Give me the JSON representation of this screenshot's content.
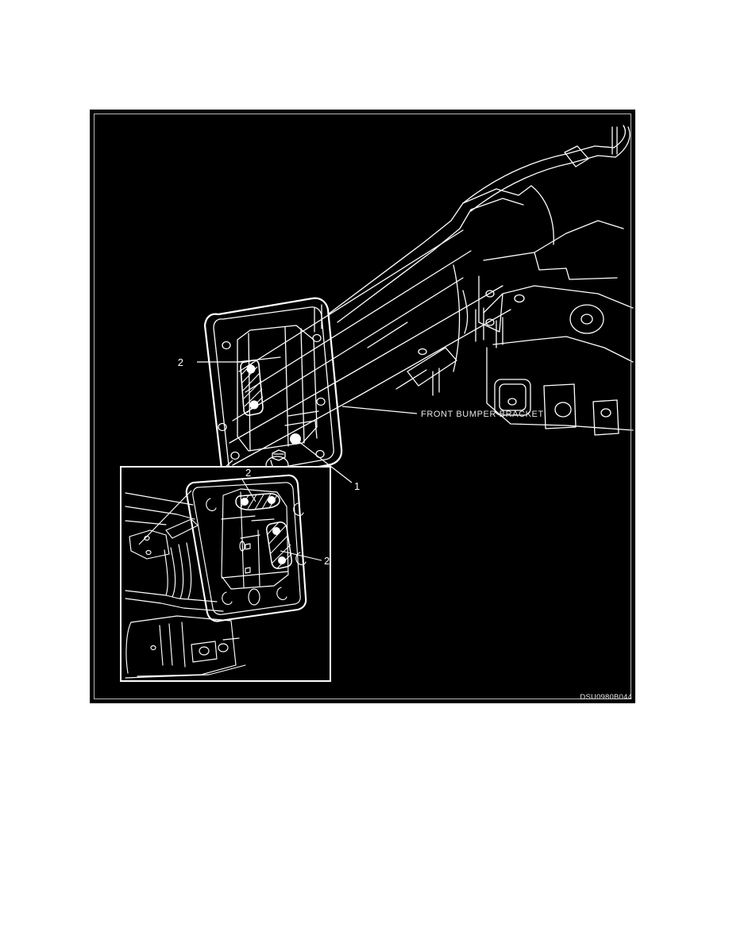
{
  "document": {
    "background_color": "#ffffff",
    "panel_background_color": "#000000",
    "line_color": "#ffffff",
    "panel_border_color": "#b9b9b9"
  },
  "figure": {
    "part_code": "DSU0980B044",
    "labels": {
      "front_bumper_bracket": "FRONT BUMPER BRACKET"
    },
    "callouts": {
      "main_slot": "2",
      "main_bolt": "1",
      "inset_top_slot": "2",
      "inset_right_slot": "2"
    }
  },
  "chart_data": {
    "type": "table",
    "title": "FRONT BUMPER BRACKET",
    "categories": [
      "1",
      "2"
    ],
    "values": [
      1,
      2
    ]
  }
}
